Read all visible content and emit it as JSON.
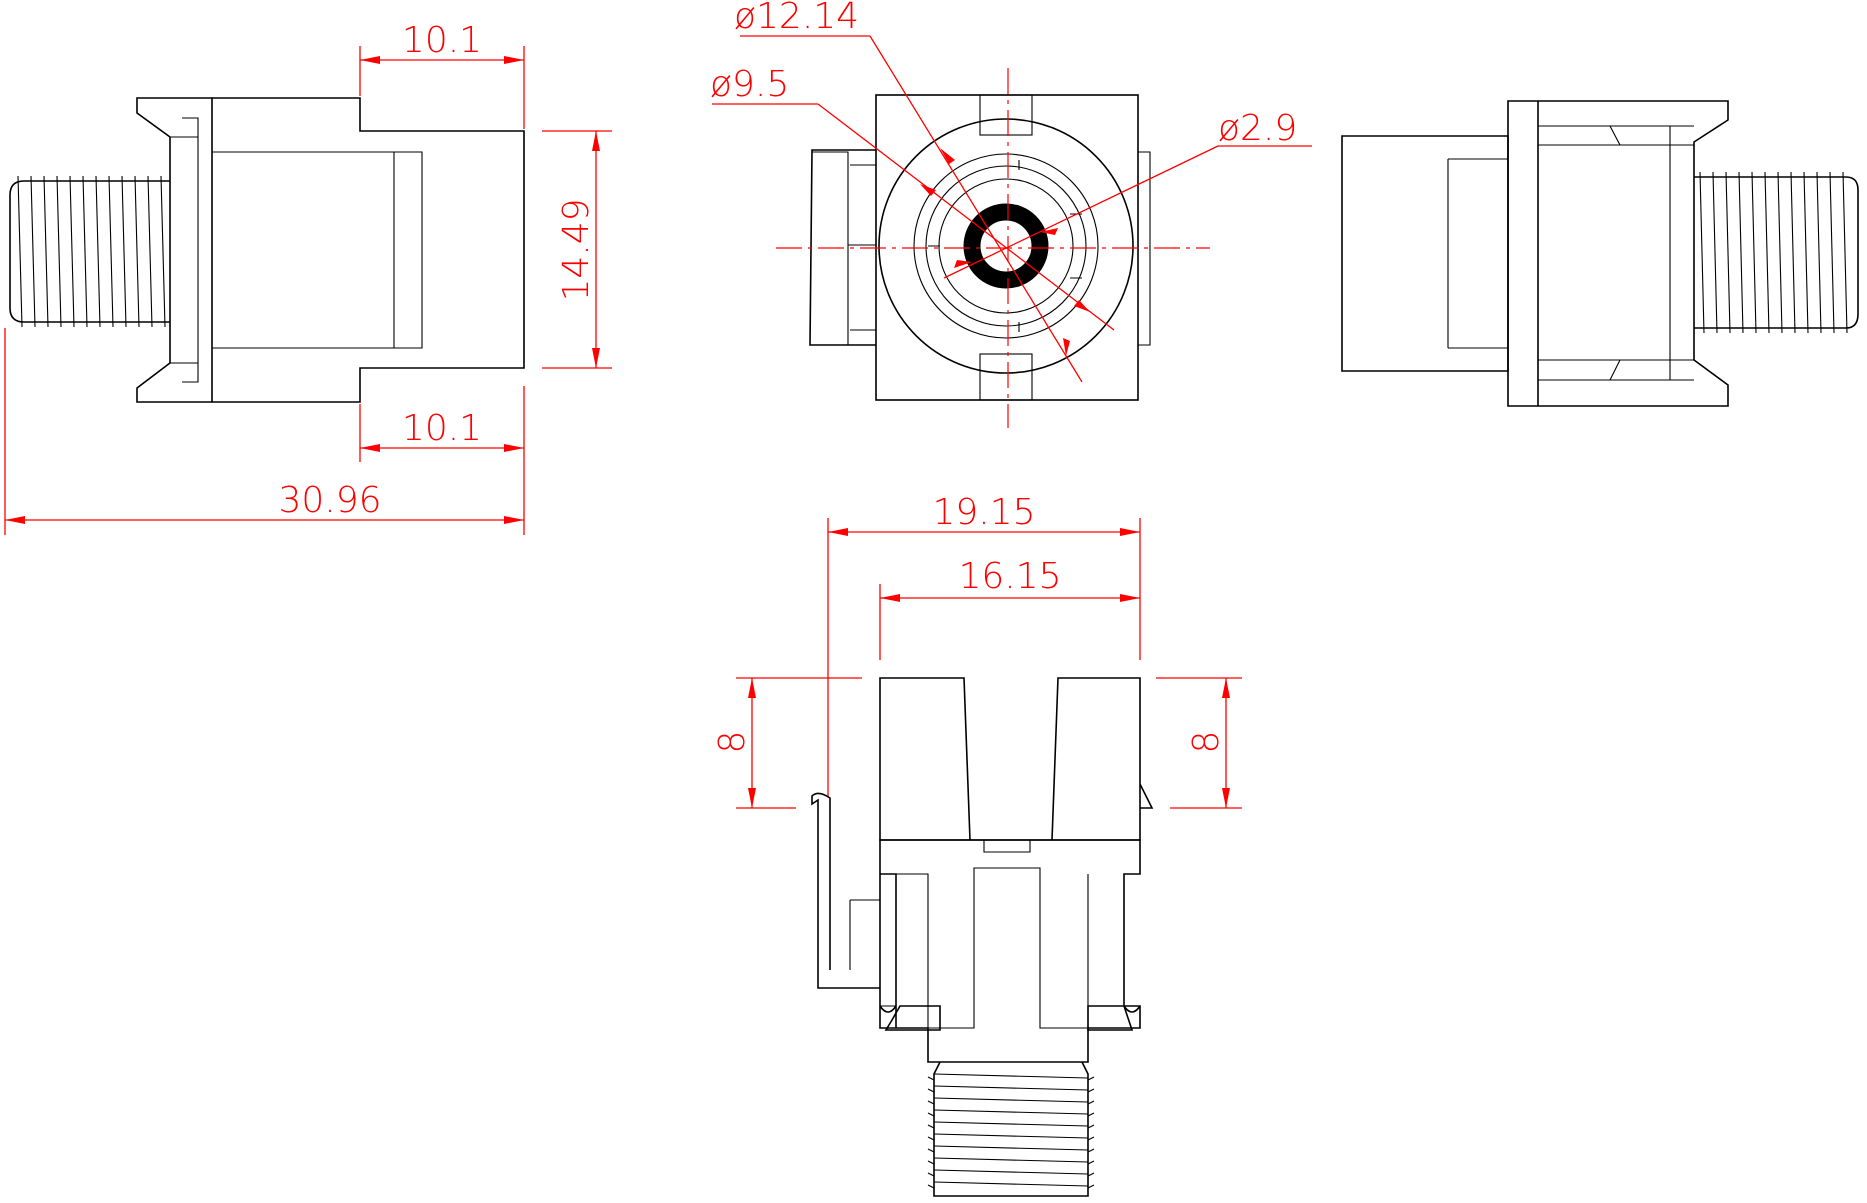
{
  "colors": {
    "outline": "#000000",
    "dimension": "#ff0000",
    "background": "#ffffff"
  },
  "dimensions": {
    "side_top_length": "10.1",
    "side_height": "14.49",
    "side_bottom_length": "10.1",
    "overall_length": "30.96",
    "outer_diameter": "ø12.14",
    "inner_diameter": "ø9.5",
    "pin_diameter": "ø2.9",
    "bottom_overall_width": "19.15",
    "bottom_body_width": "16.15",
    "bottom_left_height": "8",
    "bottom_right_height": "8"
  }
}
